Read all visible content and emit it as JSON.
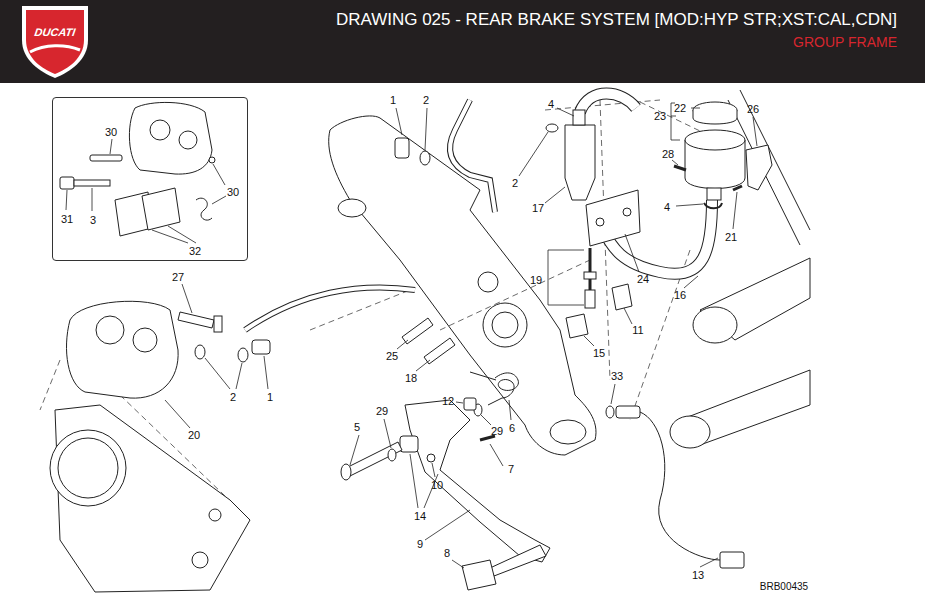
{
  "diagram": {
    "title": "DRAWING 025 - REAR BRAKE SYSTEM [MOD:HYP STR;XST:CAL,CDN]",
    "nodes": [
      {
        "text": [
          "30",
          "30",
          "31",
          "3",
          "32"
        ]
      }
    ],
    "labels": [
      "DUCATI",
      "GROUP FRAME",
      "1",
      "2",
      "4",
      "22",
      "26",
      "23",
      "2",
      "28",
      "17",
      "4",
      "21",
      "19",
      "24",
      "16",
      "27",
      "11",
      "15",
      "25",
      "18",
      "33",
      "2",
      "1",
      "12",
      "29",
      "6",
      "29",
      "5",
      "20",
      "7",
      "10",
      "14",
      "9",
      "8",
      "13",
      "BRB00435"
    ]
  }
}
